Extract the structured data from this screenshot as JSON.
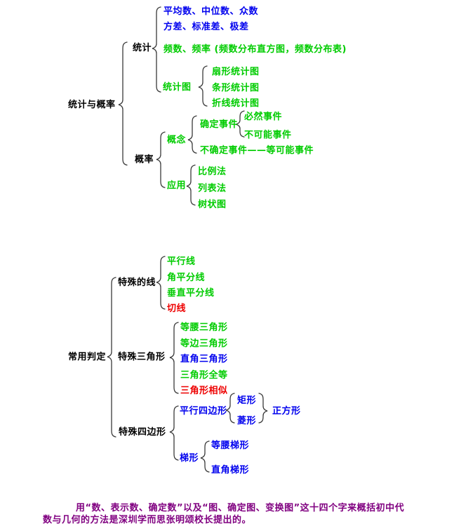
{
  "colors": {
    "background": "#FFFFFF",
    "black": "#000000",
    "blue": "#0000EE",
    "green": "#00CC00",
    "red": "#EE0000",
    "purple": "#800080",
    "brace": "#3a3a3a"
  },
  "tree_statistics": {
    "root": "统计与概率",
    "statistics": "统计",
    "averages": "平均数、中位数、众数",
    "variance": "方差、标准差、极差",
    "frequency": "频数、频率 (频数分布直方图，频数分布表)",
    "charts": "统计图",
    "pie_chart": "扇形统计图",
    "bar_chart": "条形统计图",
    "line_chart": "折线统计图",
    "probability": "概率",
    "concept": "概念",
    "certain_event": "确定事件",
    "inevitable_event": "必然事件",
    "impossible_event": "不可能事件",
    "uncertain_event": "不确定事件——等可能事件",
    "application": "应用",
    "ratio_method": "比例法",
    "table_method": "列表法",
    "tree_diagram_method": "树状图"
  },
  "tree_judgement": {
    "root": "常用判定",
    "special_lines": "特殊的线",
    "parallel_line": "平行线",
    "angle_bisector": "角平分线",
    "perpendicular_bisector": "垂直平分线",
    "tangent_line": "切线",
    "special_triangles": "特殊三角形",
    "isosceles_triangle": "等腰三角形",
    "equilateral_triangle": "等边三角形",
    "right_triangle": "直角三角形",
    "congruent_triangles": "三角形全等",
    "similar_triangles": "三角形相似",
    "special_quadrilaterals": "特殊四边形",
    "parallelogram": "平行四边形",
    "rectangle": "矩形",
    "rhombus": "菱形",
    "square": "正方形",
    "trapezoid": "梯形",
    "isosceles_trapezoid": "等腰梯形",
    "right_trapezoid": "直角梯形"
  },
  "footer": {
    "line1": "用“数、表示数、确定数”以及“图、确定图、变换图”这十四个字来概括初中代",
    "line2": "数与几何的方法是深圳学而思张明颂校长提出的。"
  }
}
